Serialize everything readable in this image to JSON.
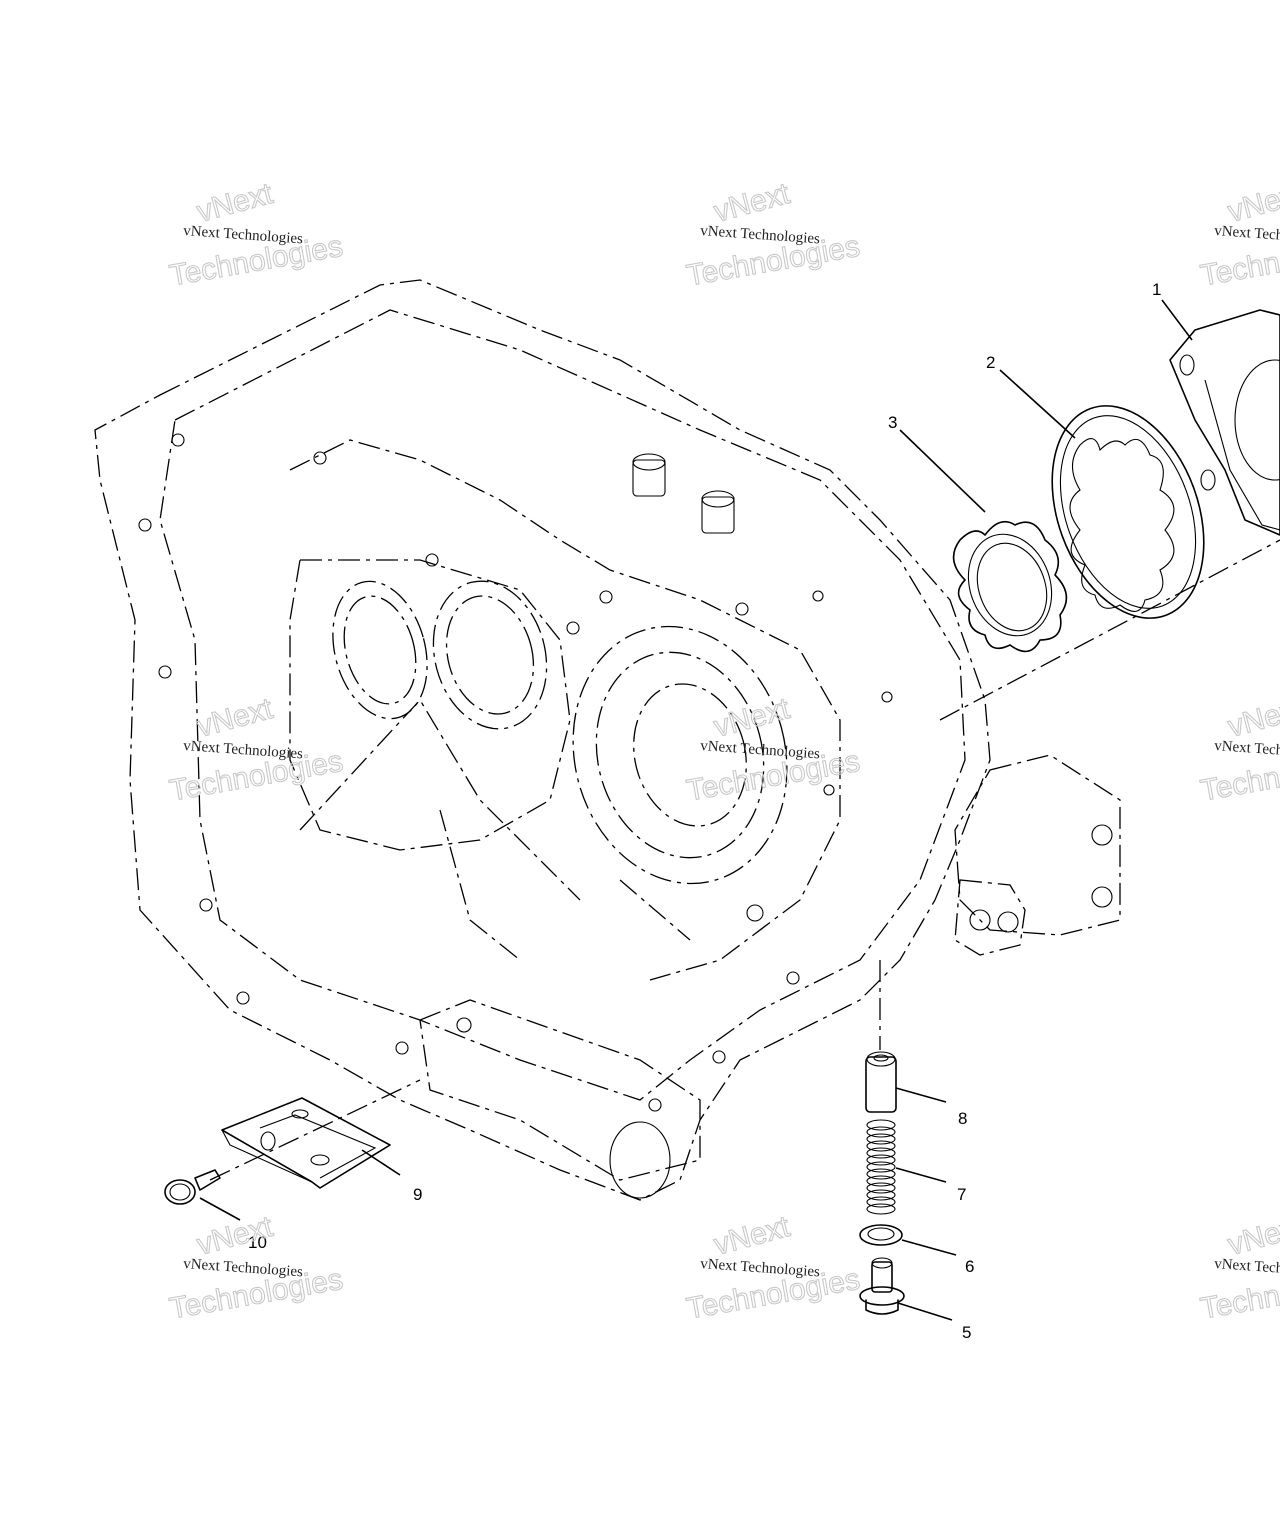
{
  "diagram": {
    "title": "Crankcase / Oil Pump Exploded View",
    "callouts": [
      {
        "id": "callout-1",
        "label": "1"
      },
      {
        "id": "callout-2",
        "label": "2"
      },
      {
        "id": "callout-3",
        "label": "3"
      },
      {
        "id": "callout-5",
        "label": "5"
      },
      {
        "id": "callout-6",
        "label": "6"
      },
      {
        "id": "callout-7",
        "label": "7"
      },
      {
        "id": "callout-8",
        "label": "8"
      },
      {
        "id": "callout-9",
        "label": "9"
      },
      {
        "id": "callout-10",
        "label": "10"
      }
    ],
    "parts": [
      {
        "callout": "1",
        "name": "oil-pump-cover"
      },
      {
        "callout": "2",
        "name": "outer-rotor"
      },
      {
        "callout": "3",
        "name": "inner-rotor"
      },
      {
        "callout": "5",
        "name": "plug-bolt"
      },
      {
        "callout": "6",
        "name": "washer"
      },
      {
        "callout": "7",
        "name": "spring"
      },
      {
        "callout": "8",
        "name": "relief-valve-piston"
      },
      {
        "callout": "9",
        "name": "screen-plate"
      },
      {
        "callout": "10",
        "name": "flange-bolt"
      }
    ]
  },
  "watermark": {
    "line_small": "vNext Technologies",
    "line_big_1": "vNext",
    "line_big_2": "Technologies"
  },
  "colors": {
    "line": "#000000",
    "watermark_outline": "#c9c9c9",
    "background": "#ffffff"
  }
}
